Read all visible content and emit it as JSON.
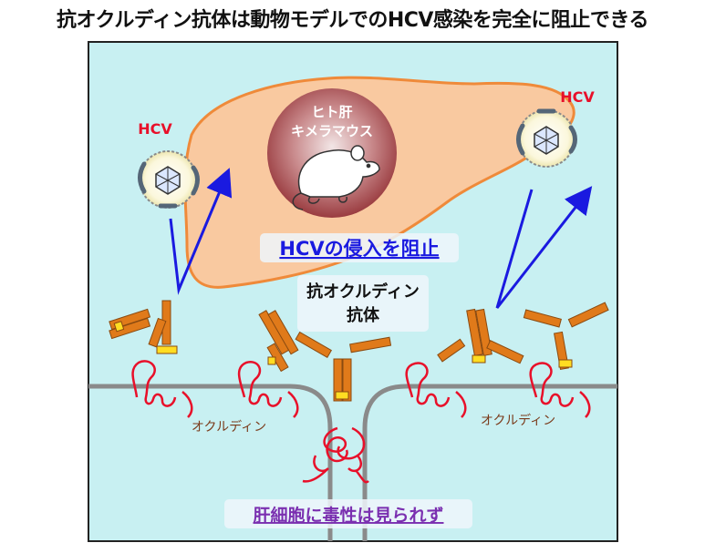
{
  "title": "抗オクルディン抗体は動物モデルでのHCV感染を完全に阻止できる",
  "labels": {
    "hcv_left": "HCV",
    "hcv_right": "HCV",
    "mouse_line1": "ヒト肝",
    "mouse_line2": "キメラマウス",
    "block": "HCVの侵入を阻止",
    "antibody_line1": "抗オクルディン",
    "antibody_line2": "抗体",
    "occludin_left": "オクルディン",
    "occludin_right": "オクルディン",
    "toxicity": "肝細胞に毒性は見られず"
  },
  "colors": {
    "background": "#c8f0f2",
    "liver": "#f9c9a0",
    "liver_outline": "#ef8a3a",
    "mouse_disc": "#a8474a",
    "hcv_label": "#e8102a",
    "arrow": "#1a1ae0",
    "block_text": "#1a1ae0",
    "toxicity_text": "#7a2fb0",
    "occludin_text": "#7a3a1a",
    "occludin_strand": "#e8102a",
    "antibody": "#e07a1a",
    "membrane": "#8a8a8a"
  }
}
